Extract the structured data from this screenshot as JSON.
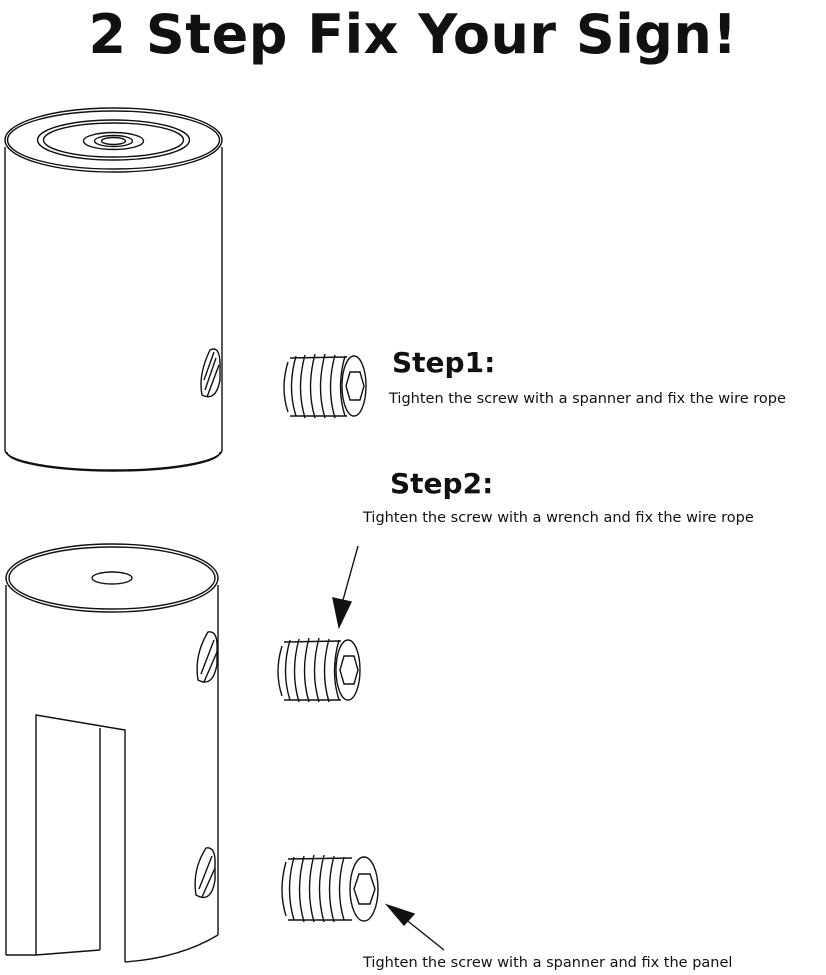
{
  "title": "2 Step Fix Your Sign!",
  "step1": {
    "label": "Step1:",
    "text": "Tighten the screw with a spanner and fix the wire rope"
  },
  "step2": {
    "label": "Step2:",
    "text": "Tighten the screw with a wrench and fix the wire rope"
  },
  "step3": {
    "text": "Tighten the screw with a spanner and fix the panel"
  },
  "icons": [
    "wire-rope-cylinder-icon",
    "set-screw-icon",
    "panel-clamp-cylinder-icon",
    "arrow-icon"
  ]
}
